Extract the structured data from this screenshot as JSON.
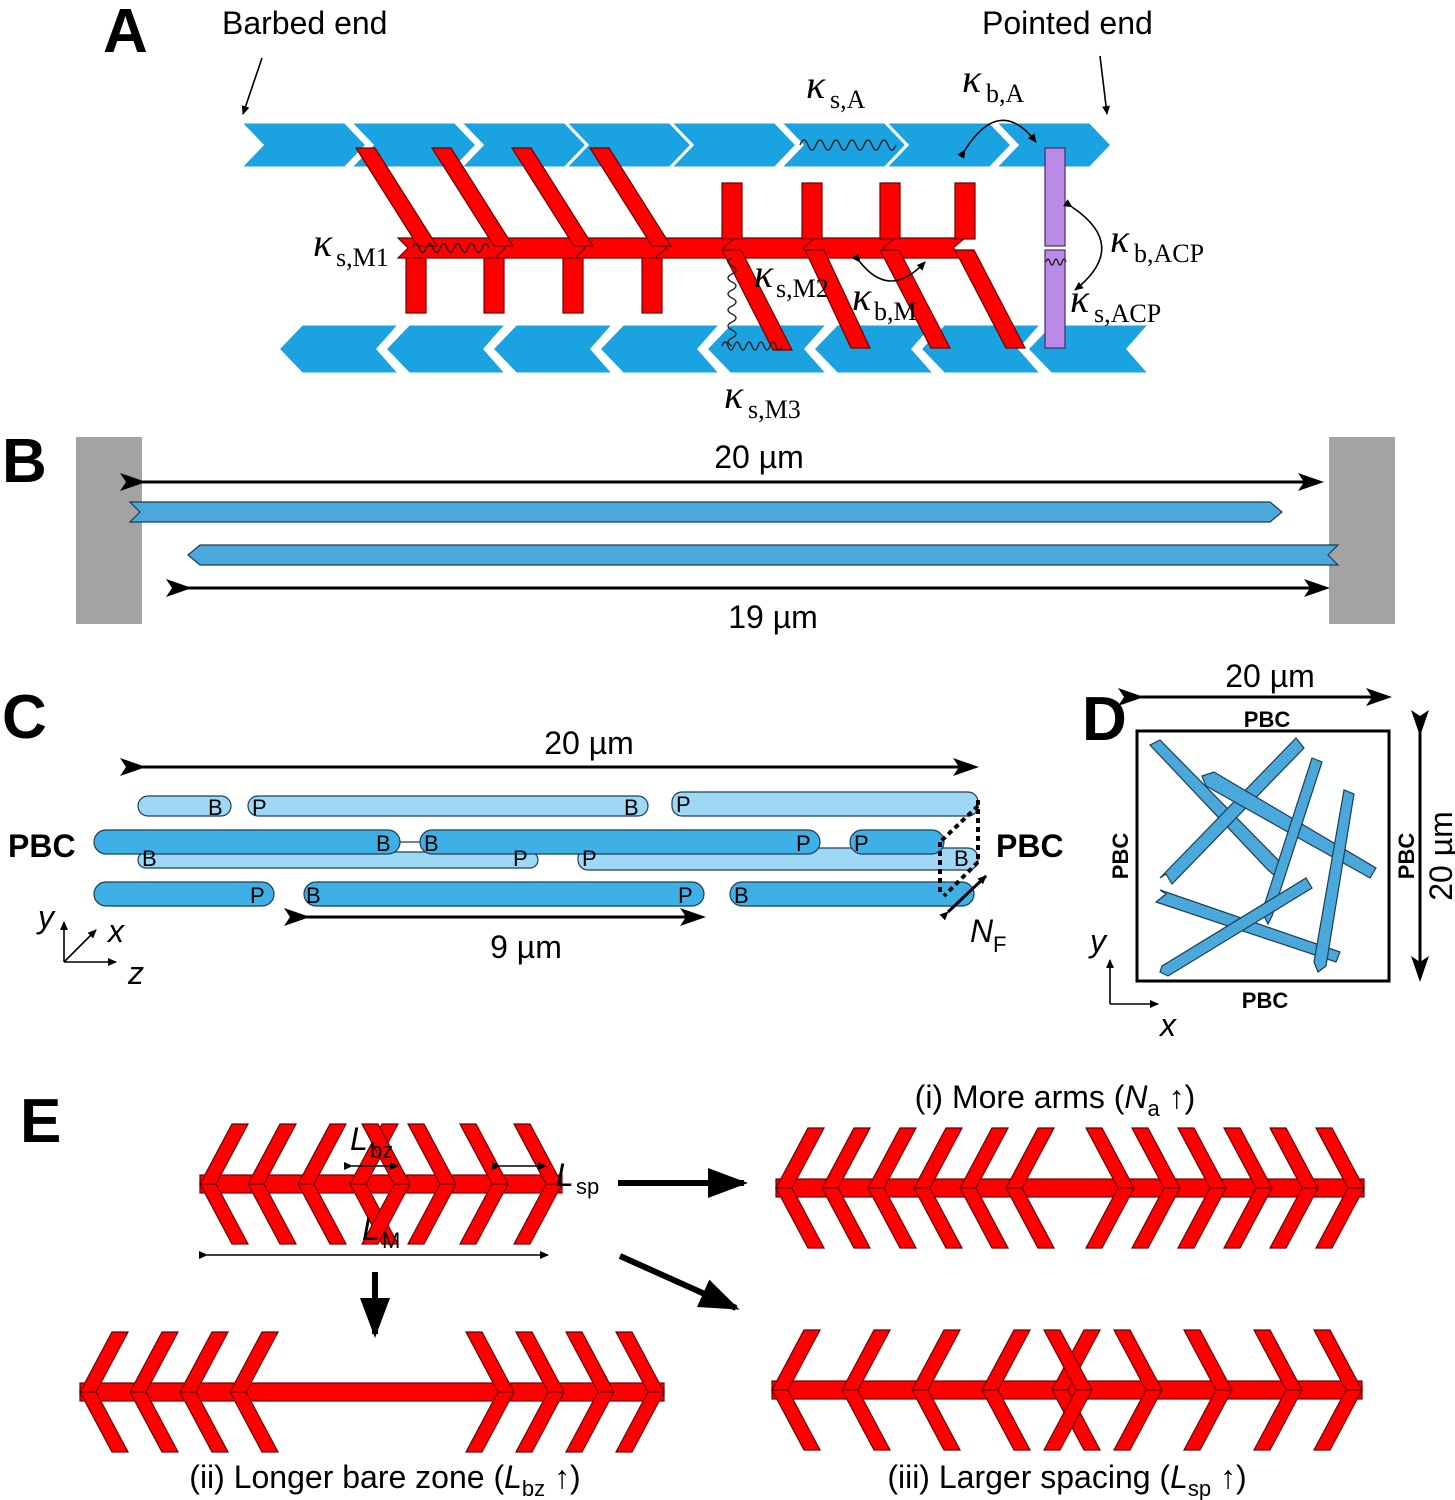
{
  "panels": {
    "a": "A",
    "b": "B",
    "c": "C",
    "d": "D",
    "e": "E"
  },
  "panel_a": {
    "barbed_end": "Barbed end",
    "pointed_end": "Pointed end",
    "kappa": "κ",
    "sub_sA": "s,A",
    "sub_bA": "b,A",
    "sub_sM1": "s,M1",
    "sub_sM2": "s,M2",
    "sub_bM": "b,M",
    "sub_sM3": "s,M3",
    "sub_bACP": "b,ACP",
    "sub_sACP": "s,ACP"
  },
  "panel_b": {
    "top_length": "20 µm",
    "bottom_length": "19 µm"
  },
  "panel_c": {
    "length": "20 µm",
    "spacing": "9 µm",
    "pbc_left": "PBC",
    "pbc_right": "PBC",
    "barbed": "B",
    "pointed": "P",
    "nf_main": "N",
    "nf_sub": "F",
    "axis_y": "y",
    "axis_x": "x",
    "axis_z": "z"
  },
  "panel_d": {
    "width": "20 µm",
    "height": "20 µm",
    "pbc": "PBC",
    "axis_y": "y",
    "axis_x": "x"
  },
  "panel_e": {
    "l_main": "L",
    "sub_bz": "bz",
    "sub_sp": "sp",
    "sub_m": "M",
    "more_arms_pre": "(i) More arms (",
    "more_arms_var": "N",
    "more_arms_sub": "a",
    "more_arms_post": " ↑)",
    "bare_zone_pre": "(ii) Longer bare zone (",
    "bare_zone_var": "L",
    "bare_zone_sub": "bz",
    "bare_zone_post": " ↑)",
    "spacing_pre": "(iii) Larger spacing (",
    "spacing_var": "L",
    "spacing_sub": "sp",
    "spacing_post": " ↑)"
  },
  "colors": {
    "actin": "#1aa3e0",
    "actin_light": "#9ed8f4",
    "myosin": "#ff0000",
    "acp": "#b98ae6",
    "wall": "#a3a3a3"
  }
}
